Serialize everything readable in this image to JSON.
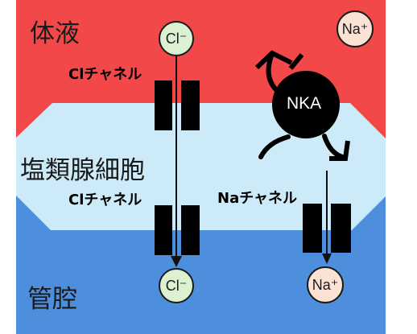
{
  "regions": {
    "body_fluid": "体液",
    "gland_cell": "塩類腺細胞",
    "lumen": "管腔"
  },
  "channels": {
    "cl_channel_top": "Clチャネル",
    "cl_channel_bottom": "Clチャネル",
    "na_channel": "Naチャネル"
  },
  "ions": {
    "cl_top": "Cl⁻",
    "cl_bottom": "Cl⁻",
    "na_top": "Na⁺",
    "na_bottom": "Na⁺"
  },
  "pump": {
    "label": "NKA"
  },
  "colors": {
    "body_fluid": "#f2484a",
    "gland_cell": "#cdeaf8",
    "lumen": "#4d8fdc",
    "cl_ion": "#dbf1d2",
    "na_ion": "#fbe2d5",
    "channel": "#000000"
  }
}
